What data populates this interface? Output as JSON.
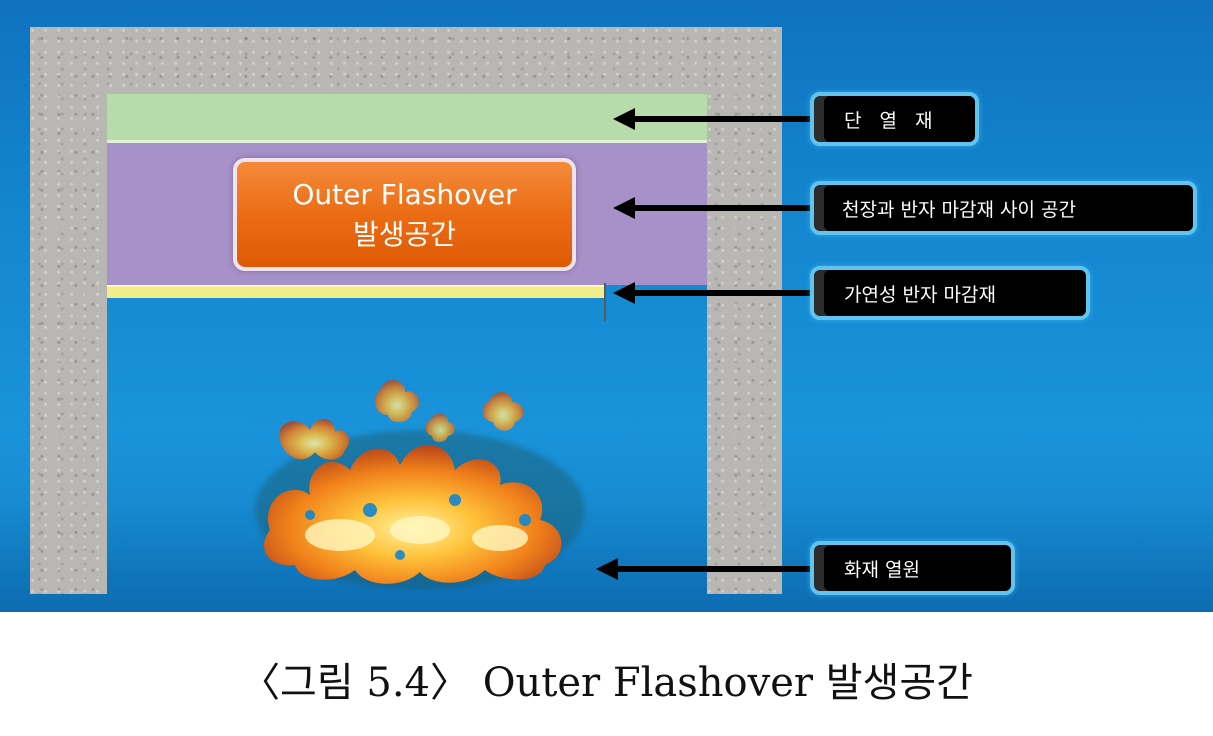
{
  "figure": {
    "inner_label_line1": "Outer Flashover",
    "inner_label_line2": "발생공간",
    "callouts": [
      {
        "label": "단 열 재"
      },
      {
        "label": "천장과 반자 마감재 사이 공간"
      },
      {
        "label": "가연성 반자 마감재"
      },
      {
        "label": "화재 열원"
      }
    ]
  },
  "caption": "〈그림 5.4〉 Outer Flashover 발생공간",
  "colors": {
    "background_blue": "#1386cf",
    "concrete": "#b9b7b3",
    "insulation_green": "#b7dbab",
    "void_purple": "#a691c9",
    "finish_yellow": "#f0ed8a",
    "label_orange": "#ea6a12",
    "callout_border": "#62c3ee",
    "fire_orange": "#f49a1a"
  },
  "icons": [
    "arrow-left-icon",
    "fire-icon"
  ]
}
